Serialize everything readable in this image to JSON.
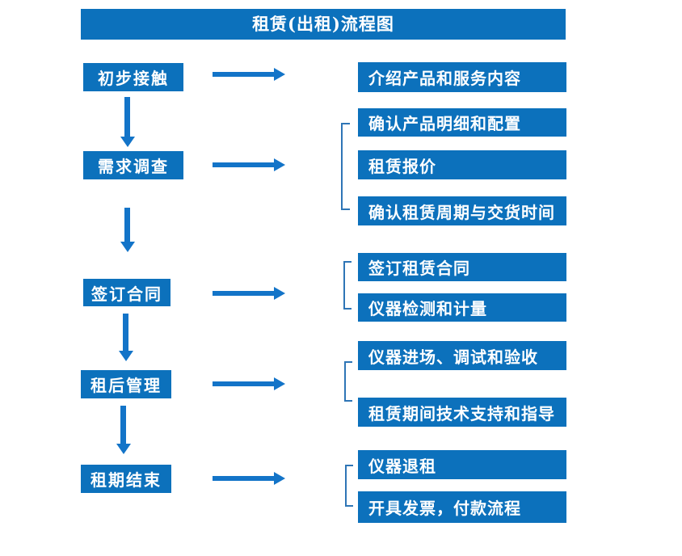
{
  "title": "租赁(出租)流程图",
  "colors": {
    "primary": "#0c71bc",
    "arrow": "#1374c8",
    "bracket": "#2e75b6",
    "text": "#ffffff"
  },
  "steps": [
    {
      "label": "初步接触",
      "details": [
        "介绍产品和服务内容"
      ]
    },
    {
      "label": "需求调查",
      "details": [
        "确认产品明细和配置",
        "租赁报价",
        "确认租赁周期与交货时间"
      ]
    },
    {
      "label": "签订合同",
      "details": [
        "签订租赁合同",
        "仪器检测和计量"
      ]
    },
    {
      "label": "租后管理",
      "details": [
        "仪器进场、调试和验收",
        "租赁期间技术支持和指导"
      ]
    },
    {
      "label": "租期结束",
      "details": [
        "仪器退租",
        "开具发票，付款流程"
      ]
    }
  ]
}
